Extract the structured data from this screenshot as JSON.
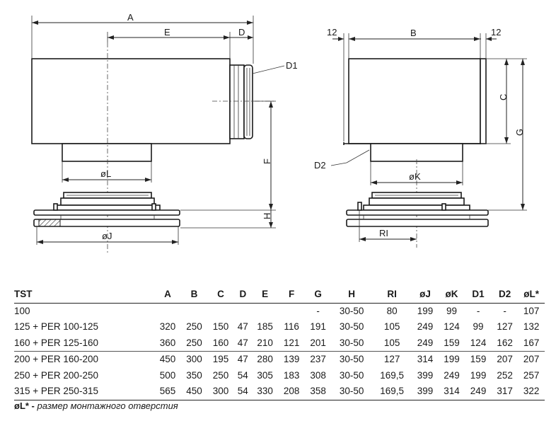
{
  "drawing": {
    "labels": {
      "A": "A",
      "E": "E",
      "D": "D",
      "D1": "D1",
      "F": "F",
      "H": "H",
      "oL": "øL",
      "oJ": "øJ",
      "dim12_left": "12",
      "B": "B",
      "dim12_right": "12",
      "C": "C",
      "G": "G",
      "D2": "D2",
      "oK": "øK",
      "RI": "RI"
    }
  },
  "table": {
    "columns": [
      "TST",
      "A",
      "B",
      "C",
      "D",
      "E",
      "F",
      "G",
      "H",
      "RI",
      "øJ",
      "øK",
      "D1",
      "D2",
      "øL*"
    ],
    "rows": [
      [
        "100",
        "",
        "",
        "",
        "",
        "",
        "",
        "-",
        "30-50",
        "80",
        "199",
        "99",
        "-",
        "-",
        "107"
      ],
      [
        "125 + PER 100-125",
        "320",
        "250",
        "150",
        "47",
        "185",
        "116",
        "191",
        "30-50",
        "105",
        "249",
        "124",
        "99",
        "127",
        "132"
      ],
      [
        "160 + PER 125-160",
        "360",
        "250",
        "160",
        "47",
        "210",
        "121",
        "201",
        "30-50",
        "105",
        "249",
        "159",
        "124",
        "162",
        "167"
      ],
      [
        "200 + PER 160-200",
        "450",
        "300",
        "195",
        "47",
        "280",
        "139",
        "237",
        "30-50",
        "127",
        "314",
        "199",
        "159",
        "207",
        "207"
      ],
      [
        "250 + PER 200-250",
        "500",
        "350",
        "250",
        "54",
        "305",
        "183",
        "308",
        "30-50",
        "169,5",
        "399",
        "249",
        "199",
        "252",
        "257"
      ],
      [
        "315 + PER 250-315",
        "565",
        "450",
        "300",
        "54",
        "330",
        "208",
        "358",
        "30-50",
        "169,5",
        "399",
        "314",
        "249",
        "317",
        "322"
      ]
    ]
  },
  "footnote": {
    "symbol": "øL* -",
    "text": "размер монтажного отверстия"
  }
}
